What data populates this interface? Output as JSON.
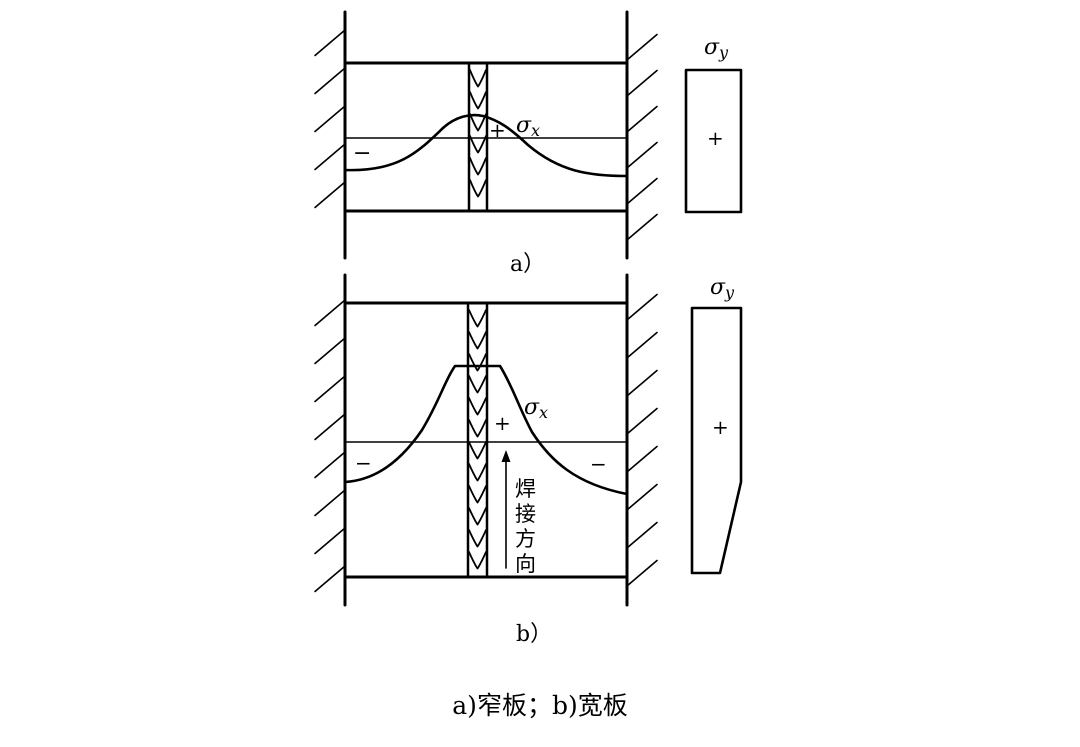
{
  "diagram_a": {
    "sublabel": "a）",
    "sigma_x": "σx",
    "sigma_y": "σy",
    "plus_center": "+",
    "minus_left": "−",
    "profile_plus": "+"
  },
  "diagram_b": {
    "sublabel": "b）",
    "sigma_x": "σx",
    "sigma_y": "σy",
    "plus_center": "+",
    "minus_left": "−",
    "minus_right": "−",
    "profile_plus": "+",
    "weld_direction_chars": [
      "焊",
      "接",
      "方",
      "向"
    ]
  },
  "caption": "a)窄板；b)宽板"
}
